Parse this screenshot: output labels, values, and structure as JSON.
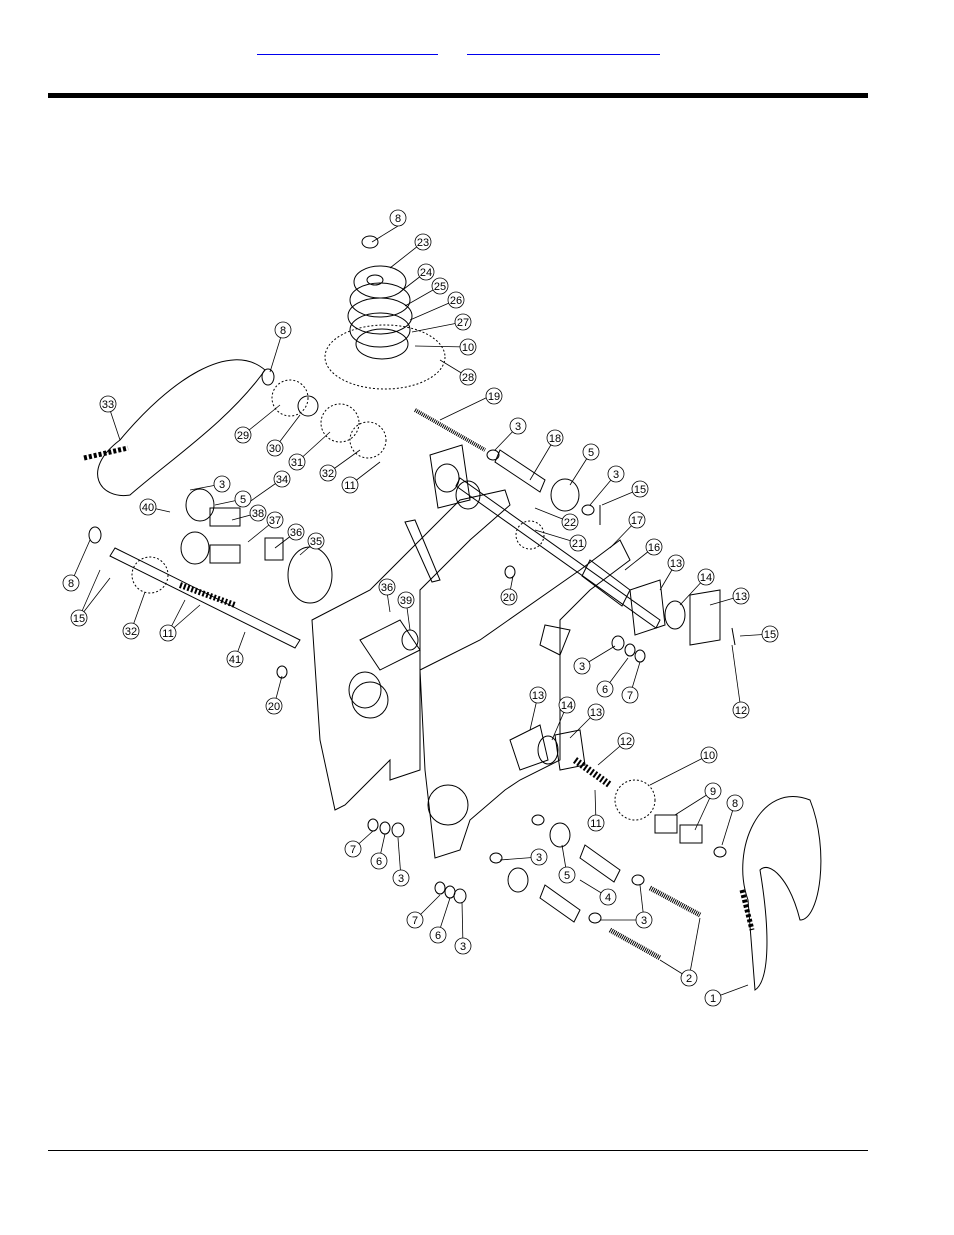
{
  "header": {
    "link_left": "",
    "link_right": ""
  },
  "diagram": {
    "part_callouts": [
      "1",
      "2",
      "3",
      "4",
      "5",
      "6",
      "7",
      "8",
      "9",
      "10",
      "11",
      "12",
      "13",
      "14",
      "15",
      "16",
      "17",
      "18",
      "19",
      "20",
      "21",
      "22",
      "23",
      "24",
      "25",
      "26",
      "27",
      "28",
      "29",
      "30",
      "31",
      "32",
      "33",
      "34",
      "35",
      "36",
      "37",
      "38",
      "39",
      "40",
      "41"
    ]
  }
}
